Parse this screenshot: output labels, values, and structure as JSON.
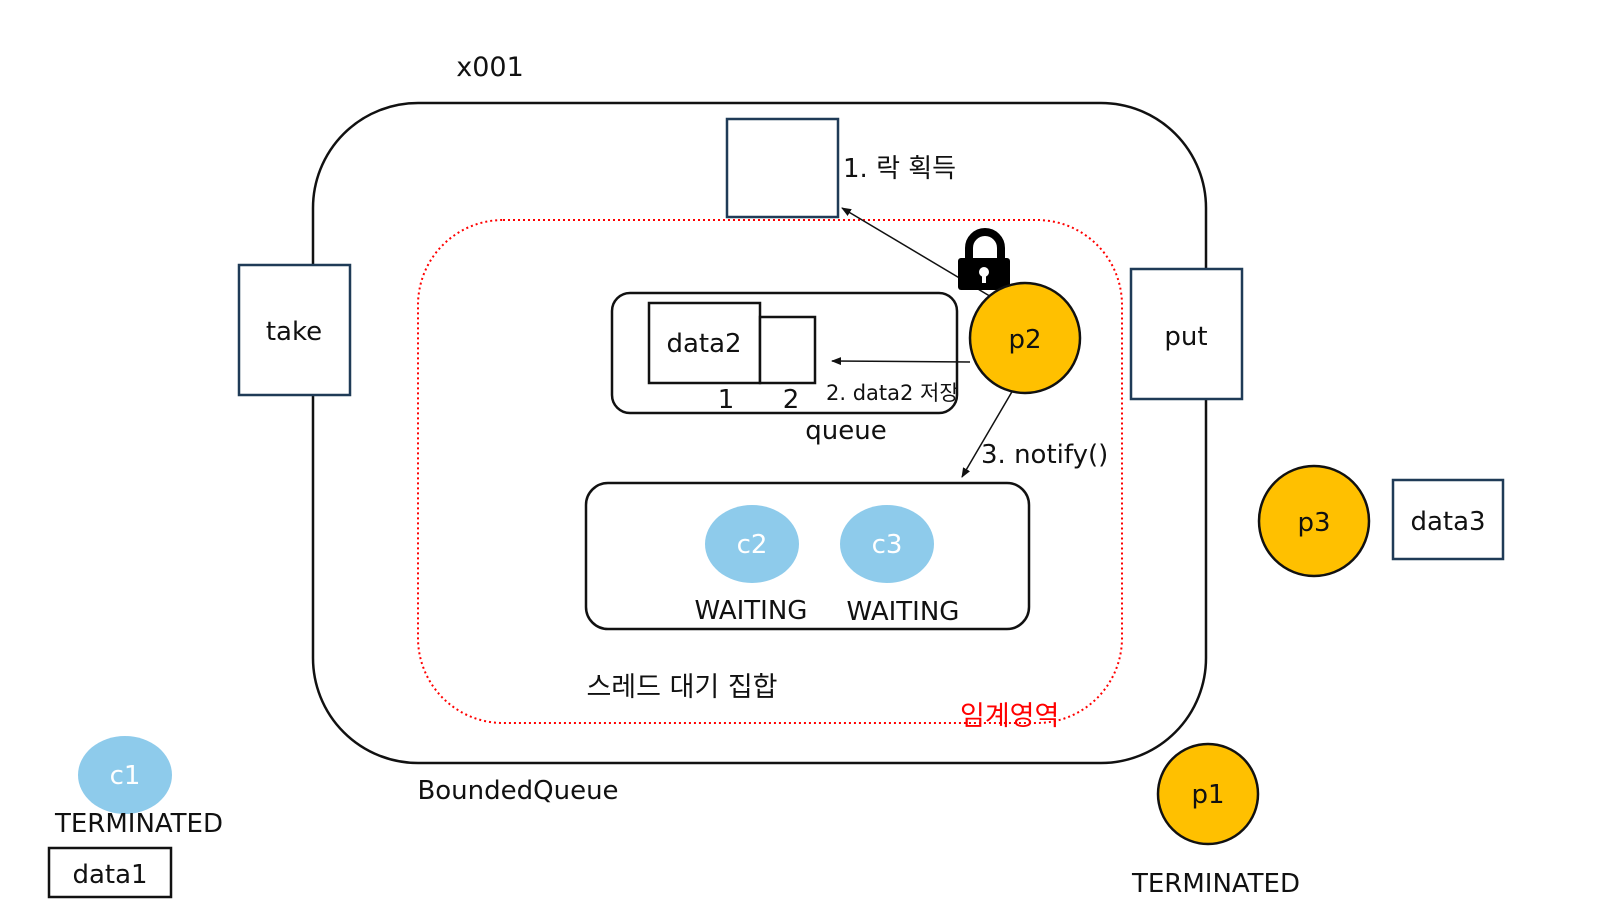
{
  "address": "x001",
  "monitor": {
    "name": "BoundedQueue",
    "methods": {
      "take": "take",
      "put": "put"
    },
    "critical_section_label": "임계영역",
    "wait_set_label": "스레드 대기 집합",
    "queue": {
      "label": "queue",
      "slots": [
        {
          "index": "1",
          "value": "data2"
        },
        {
          "index": "2",
          "value": ""
        }
      ]
    }
  },
  "steps": {
    "acquire_lock": "1. 락 획득",
    "store_data": "2. data2 저장",
    "notify": "3. notify()"
  },
  "threads": {
    "p1": {
      "name": "p1",
      "state": "TERMINATED"
    },
    "p2": {
      "name": "p2"
    },
    "p3": {
      "name": "p3",
      "data": "data3"
    },
    "c1": {
      "name": "c1",
      "state": "TERMINATED",
      "data": "data1"
    },
    "c2": {
      "name": "c2",
      "state": "WAITING"
    },
    "c3": {
      "name": "c3",
      "state": "WAITING"
    }
  },
  "colors": {
    "producer": "#ffc000",
    "consumer": "#8ecbeb",
    "critical_border": "#ff0000",
    "stroke": "#111111",
    "box_border": "#1f3b57"
  },
  "icons": {
    "lock": "lock-icon"
  }
}
